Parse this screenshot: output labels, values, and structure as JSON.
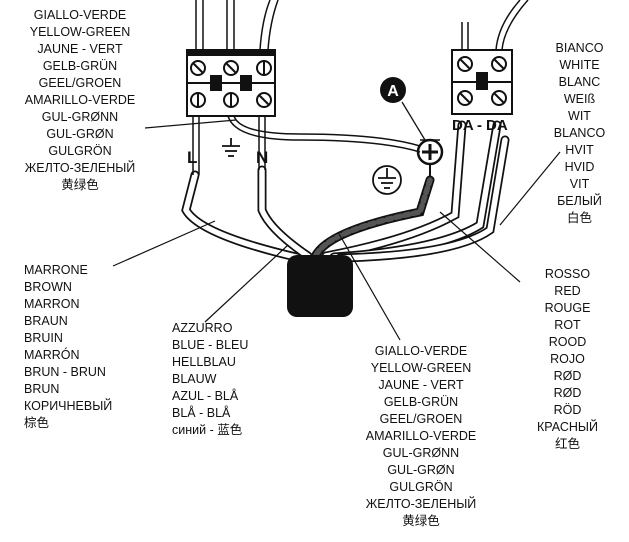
{
  "callout_marker": "A",
  "terminal_labels": {
    "live": "L",
    "neutral": "N",
    "da_left": "DA",
    "da_sep": "-",
    "da_right": "DA"
  },
  "labels": {
    "earth_top": [
      "GIALLO-VERDE",
      "YELLOW-GREEN",
      "JAUNE - VERT",
      "GELB-GRÜN",
      "GEEL/GROEN",
      "AMARILLO-VERDE",
      "GUL-GRØNN",
      "GUL-GRØN",
      "GULGRÖN",
      "ЖЕЛТО-ЗЕЛЕНЫЙ",
      "黄绿色"
    ],
    "white": [
      "BIANCO",
      "WHITE",
      "BLANC",
      "WEIß",
      "WIT",
      "BLANCO",
      "HVIT",
      "HVID",
      "VIT",
      "БЕЛЫЙ",
      "白色"
    ],
    "brown": [
      "MARRONE",
      "BROWN",
      "MARRON",
      "BRAUN",
      "BRUIN",
      "MARRÓN",
      "BRUN - BRUN",
      "BRUN",
      "КОРИЧНЕВЫЙ",
      "棕色"
    ],
    "blue": [
      "AZZURRO",
      "BLUE - BLEU",
      "HELLBLAU",
      "BLAUW",
      "AZUL - BLÅ",
      "BLÅ - BLÅ",
      "синий - 蓝色"
    ],
    "earth_bottom": [
      "GIALLO-VERDE",
      "YELLOW-GREEN",
      "JAUNE - VERT",
      "GELB-GRÜN",
      "GEEL/GROEN",
      "AMARILLO-VERDE",
      "GUL-GRØNN",
      "GUL-GRØN",
      "GULGRÖN",
      "ЖЕЛТО-ЗЕЛЕНЫЙ",
      "黄绿色"
    ],
    "red": [
      "ROSSO",
      "RED",
      "ROUGE",
      "ROT",
      "ROOD",
      "ROJO",
      "RØD",
      "RØD",
      "RÖD",
      "КРАСНЫЙ",
      "红色"
    ]
  }
}
